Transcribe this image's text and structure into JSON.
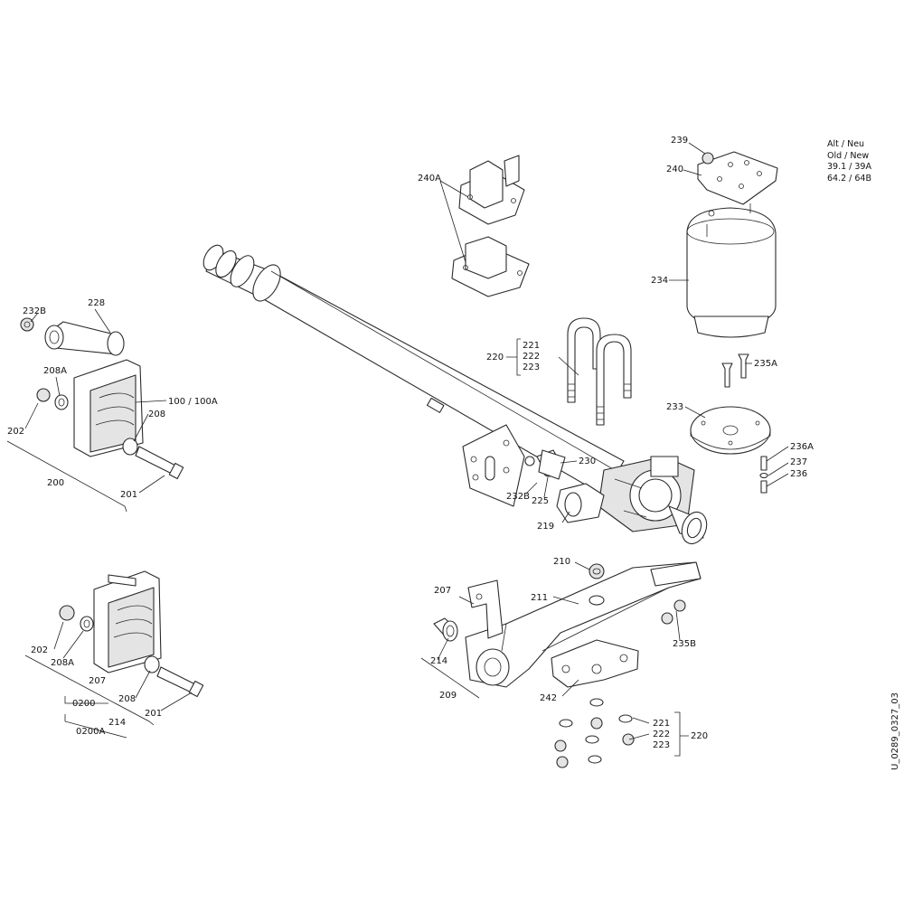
{
  "note": [
    "Alt / Neu",
    "Old / New",
    "39.1 / 39A",
    "64.2 / 64B"
  ],
  "document_id": "U_0289_0327_03",
  "labels": {
    "l239": "239",
    "l240": "240",
    "l240A": "240A",
    "l234": "234",
    "l235A": "235A",
    "l233": "233",
    "l236A": "236A",
    "l237": "237",
    "l236": "236",
    "l220a": "220",
    "l221a": "221",
    "l222a": "222",
    "l223a": "223",
    "l230": "230",
    "l232Bc": "232B",
    "l225": "225",
    "l219": "219",
    "l232B": "232B",
    "l228": "228",
    "l208A": "208A",
    "l100": "100 / 100A",
    "l208": "208",
    "l202": "202",
    "l200": "200",
    "l201": "201",
    "l202b": "202",
    "l208Ab": "208A",
    "l207b": "207",
    "l208b": "208",
    "l201b": "201",
    "l0200": "0200",
    "l214b": "214",
    "l0200A": "0200A",
    "l210": "210",
    "l207": "207",
    "l211": "211",
    "l235B": "235B",
    "l214": "214",
    "l209": "209",
    "l242": "242",
    "l221b": "221",
    "l222b": "222",
    "l223b": "223",
    "l220b": "220"
  }
}
